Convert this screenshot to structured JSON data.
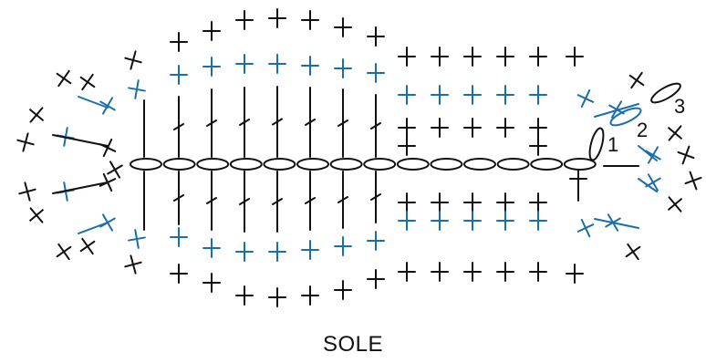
{
  "diagram": {
    "caption": "SOLE",
    "round_labels": [
      "1",
      "2",
      "3"
    ],
    "colors": {
      "black": "#111111",
      "blue": "#1a6fa8"
    },
    "chain_count": 14
  }
}
